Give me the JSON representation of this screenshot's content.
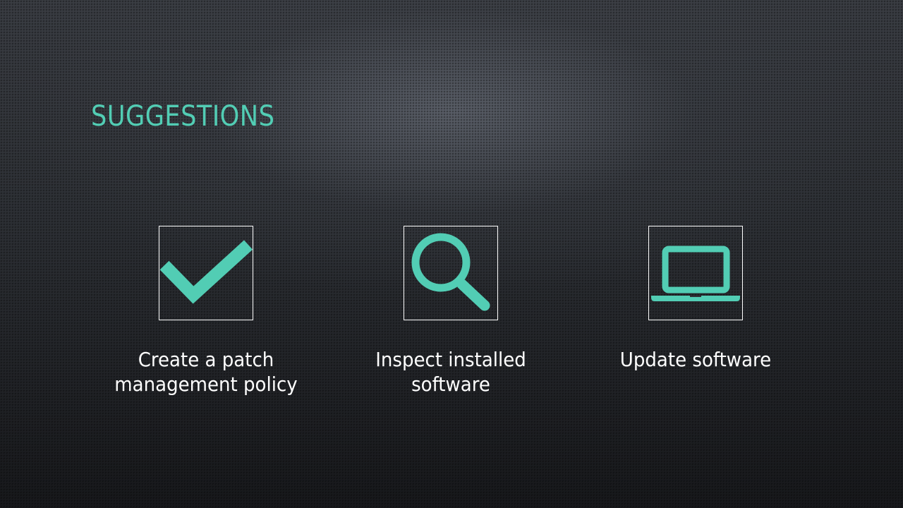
{
  "slide": {
    "title": "SUGGESTIONS",
    "accent_color": "#52cdb4",
    "text_color": "#ffffff",
    "items": [
      {
        "icon": "checkmark-icon",
        "caption_lines": [
          "Create a patch",
          "management policy"
        ]
      },
      {
        "icon": "magnifying-glass-icon",
        "caption_lines": [
          "Inspect installed",
          "software"
        ]
      },
      {
        "icon": "laptop-icon",
        "caption_lines": [
          "Update software"
        ]
      }
    ]
  }
}
